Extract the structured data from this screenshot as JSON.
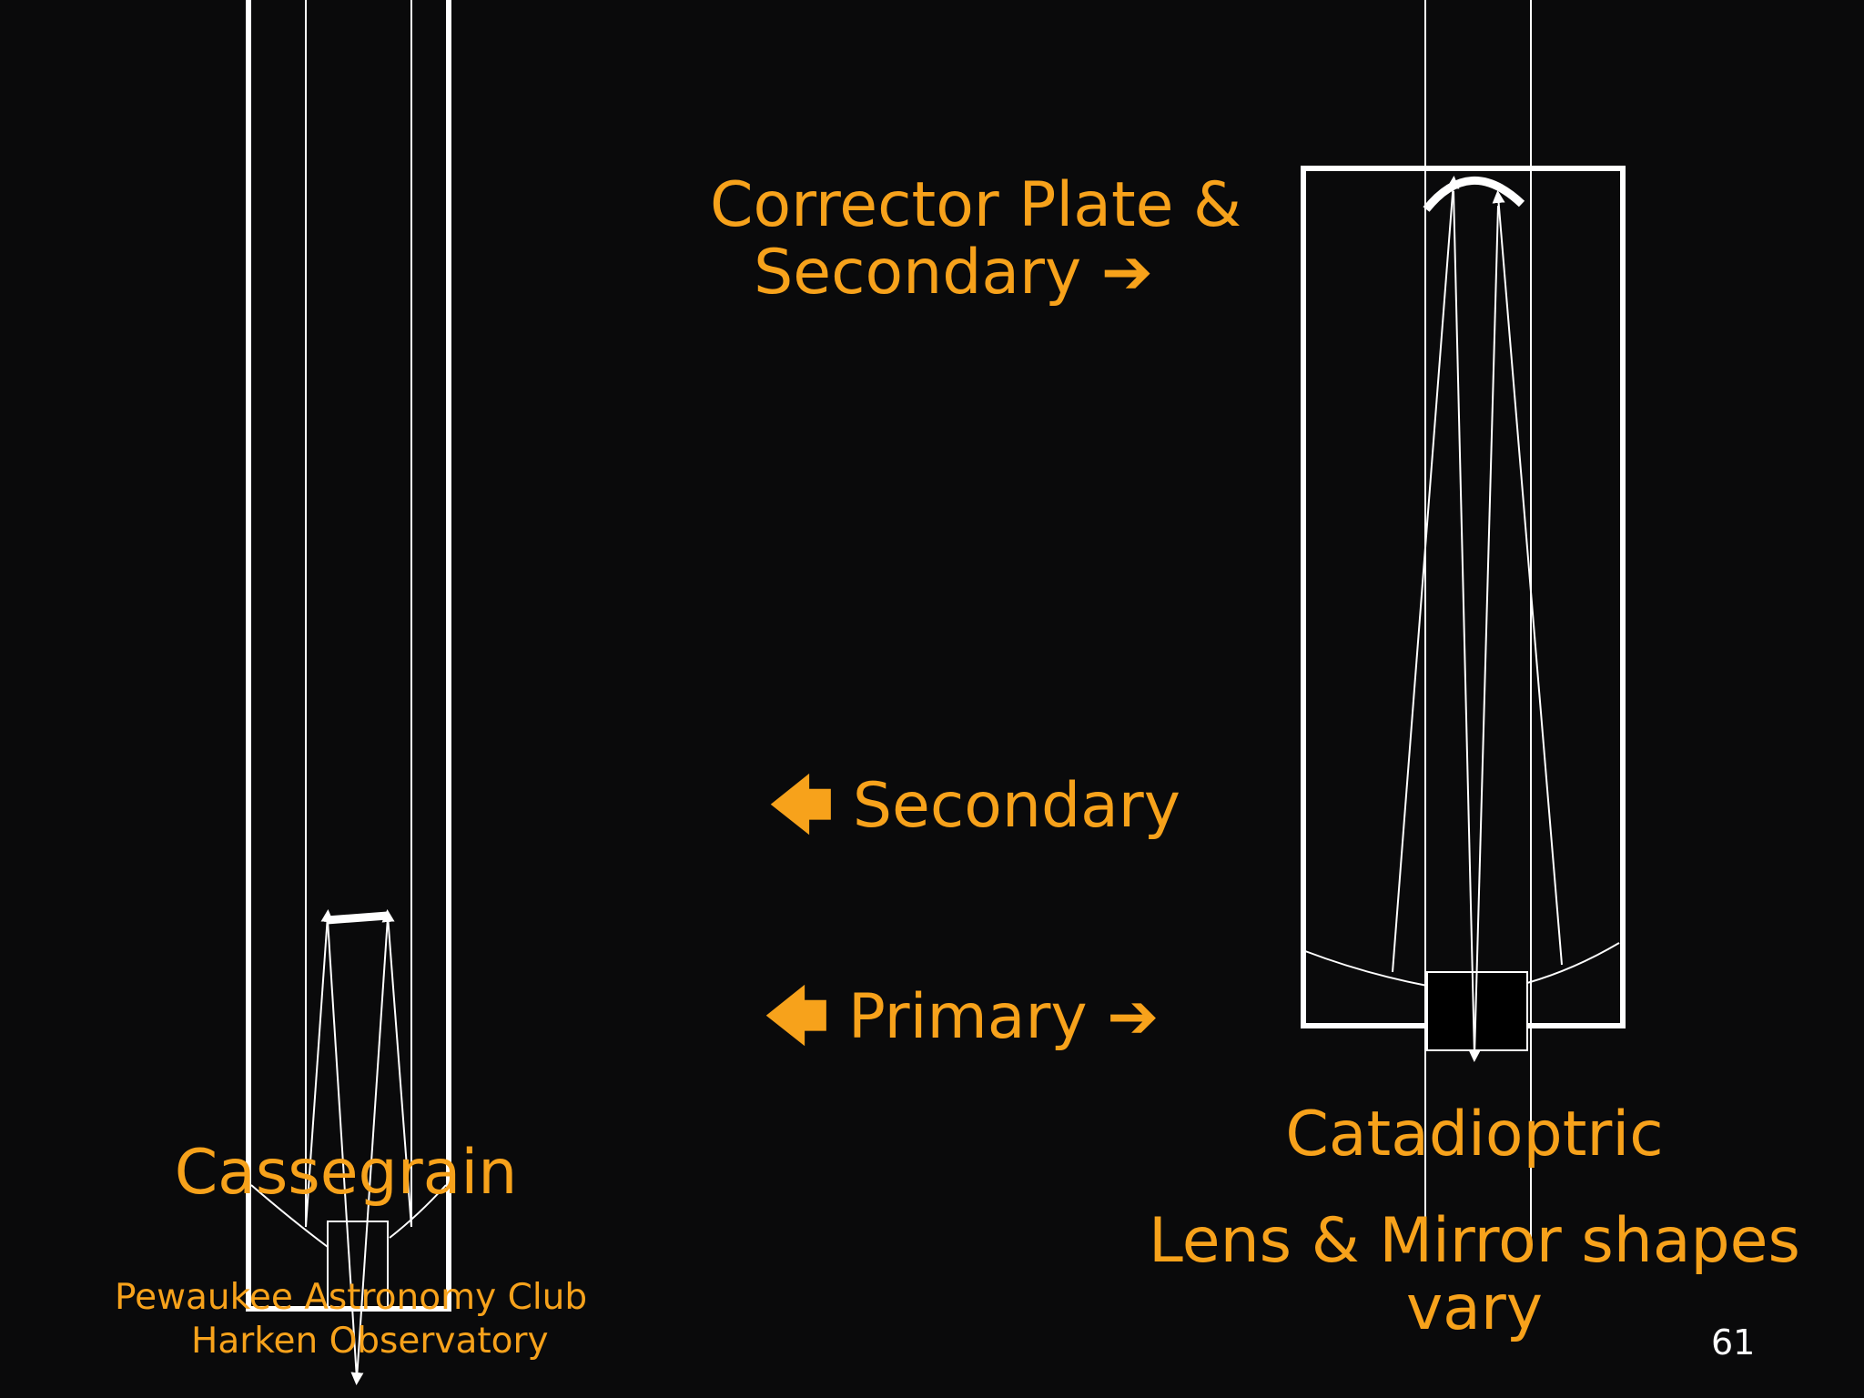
{
  "slide": {
    "background": "#0a0a0b",
    "accent_color": "#f7a21b",
    "line_color": "#ffffff",
    "page_number": "61"
  },
  "labels": {
    "corrector_line1": "Corrector Plate &",
    "corrector_line2": "Secondary",
    "corrector_arrow": "➔",
    "secondary_arrow": "🡄",
    "secondary": "Secondary",
    "primary_left_arrow": "🡄",
    "primary": "Primary",
    "primary_right_arrow": "➔",
    "cassegrain": "Cassegrain",
    "catadioptric": "Catadioptric",
    "shapes_line1": "Lens & Mirror shapes",
    "shapes_line2": "vary"
  },
  "footer": {
    "club": "Pewaukee Astronomy Club",
    "observatory": "Harken Observatory"
  },
  "icons": [
    "right-arrow-icon",
    "left-arrow-icon"
  ]
}
